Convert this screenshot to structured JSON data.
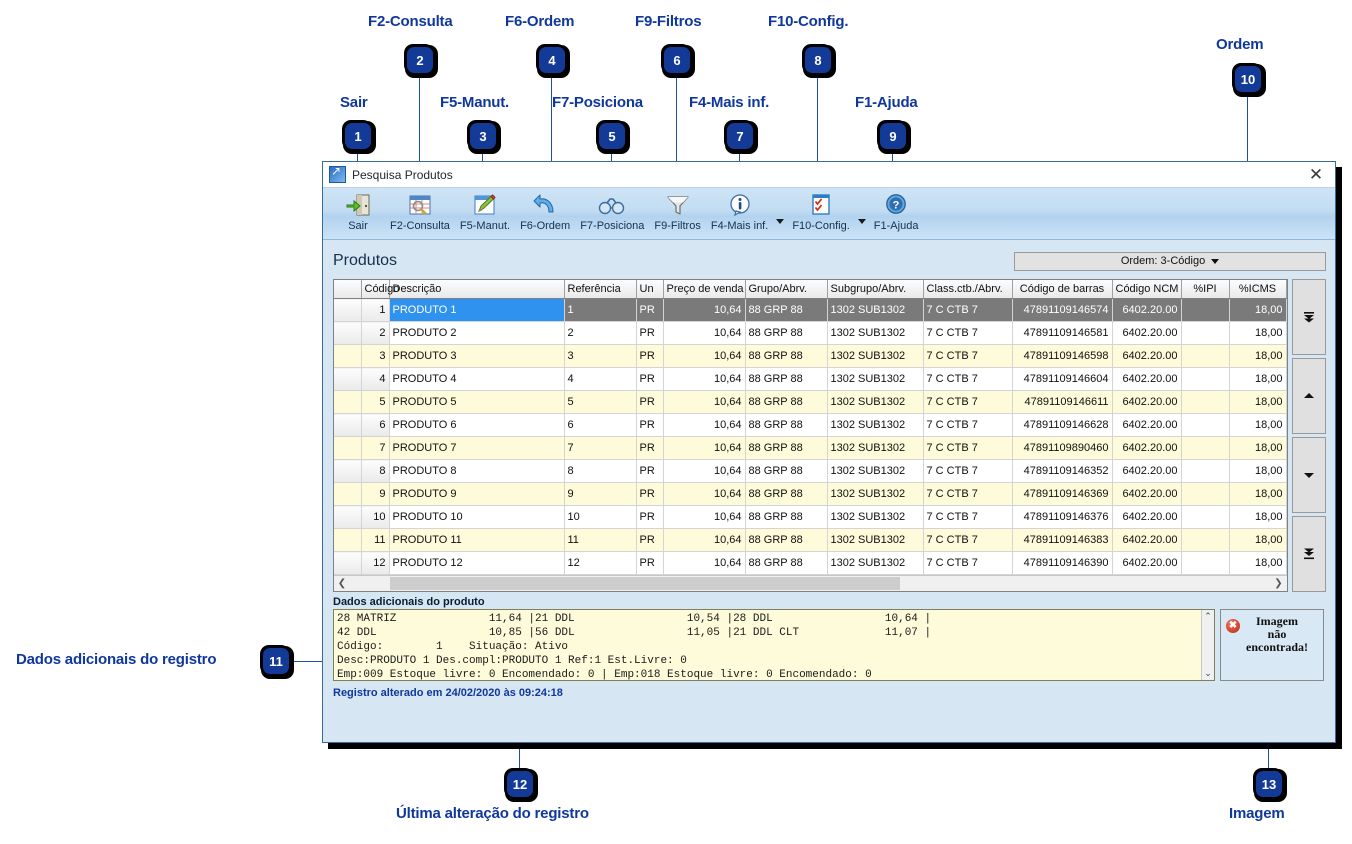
{
  "window": {
    "title": "Pesquisa Produtos",
    "close_label": "✕",
    "app_icon": "window-app-icon"
  },
  "toolbar": {
    "buttons": [
      {
        "label": "Sair",
        "icon": "exit-door-icon",
        "split": false
      },
      {
        "label": "F2-Consulta",
        "icon": "query-table-icon",
        "split": false
      },
      {
        "label": "F5-Manut.",
        "icon": "edit-pencil-icon",
        "split": false
      },
      {
        "label": "F6-Ordem",
        "icon": "sort-arrow-icon",
        "split": false
      },
      {
        "label": "F7-Posiciona",
        "icon": "binoculars-icon",
        "split": false
      },
      {
        "label": "F9-Filtros",
        "icon": "funnel-filter-icon",
        "split": false
      },
      {
        "label": "F4-Mais inf.",
        "icon": "info-balloon-icon",
        "split": true
      },
      {
        "label": "F10-Config.",
        "icon": "checklist-config-icon",
        "split": true
      },
      {
        "label": "F1-Ajuda",
        "icon": "help-question-icon",
        "split": false
      }
    ]
  },
  "main": {
    "section_title": "Produtos",
    "order_select": "Ordem: 3-Código",
    "order_select_caret": "▼"
  },
  "grid": {
    "columns": [
      "Código",
      "Descrição",
      "Referência",
      "Un",
      "Preço de venda",
      "Grupo/Abrv.",
      "Subgrupo/Abrv.",
      "Class.ctb./Abrv.",
      "Código de barras",
      "Código NCM",
      "%IPI",
      "%ICMS"
    ],
    "rows": [
      {
        "idx": "1",
        "codigo": "PRODUTO 1",
        "ref": "1",
        "un": "PR",
        "preco": "10,64",
        "grupo": "88 GRP 88",
        "subgrupo": "1302 SUB1302",
        "classctb": "7 C CTB 7",
        "barras": "47891109146574",
        "ncm": "6402.20.00",
        "ipi": "",
        "icms": "18,00"
      },
      {
        "idx": "2",
        "codigo": "PRODUTO 2",
        "ref": "2",
        "un": "PR",
        "preco": "10,64",
        "grupo": "88 GRP 88",
        "subgrupo": "1302 SUB1302",
        "classctb": "7 C CTB 7",
        "barras": "47891109146581",
        "ncm": "6402.20.00",
        "ipi": "",
        "icms": "18,00"
      },
      {
        "idx": "3",
        "codigo": "PRODUTO 3",
        "ref": "3",
        "un": "PR",
        "preco": "10,64",
        "grupo": "88 GRP 88",
        "subgrupo": "1302 SUB1302",
        "classctb": "7 C CTB 7",
        "barras": "47891109146598",
        "ncm": "6402.20.00",
        "ipi": "",
        "icms": "18,00"
      },
      {
        "idx": "4",
        "codigo": "PRODUTO 4",
        "ref": "4",
        "un": "PR",
        "preco": "10,64",
        "grupo": "88 GRP 88",
        "subgrupo": "1302 SUB1302",
        "classctb": "7 C CTB 7",
        "barras": "47891109146604",
        "ncm": "6402.20.00",
        "ipi": "",
        "icms": "18,00"
      },
      {
        "idx": "5",
        "codigo": "PRODUTO 5",
        "ref": "5",
        "un": "PR",
        "preco": "10,64",
        "grupo": "88 GRP 88",
        "subgrupo": "1302 SUB1302",
        "classctb": "7 C CTB 7",
        "barras": "47891109146611",
        "ncm": "6402.20.00",
        "ipi": "",
        "icms": "18,00"
      },
      {
        "idx": "6",
        "codigo": "PRODUTO 6",
        "ref": "6",
        "un": "PR",
        "preco": "10,64",
        "grupo": "88 GRP 88",
        "subgrupo": "1302 SUB1302",
        "classctb": "7 C CTB 7",
        "barras": "47891109146628",
        "ncm": "6402.20.00",
        "ipi": "",
        "icms": "18,00"
      },
      {
        "idx": "7",
        "codigo": "PRODUTO 7",
        "ref": "7",
        "un": "PR",
        "preco": "10,64",
        "grupo": "88 GRP 88",
        "subgrupo": "1302 SUB1302",
        "classctb": "7 C CTB 7",
        "barras": "47891109890460",
        "ncm": "6402.20.00",
        "ipi": "",
        "icms": "18,00"
      },
      {
        "idx": "8",
        "codigo": "PRODUTO 8",
        "ref": "8",
        "un": "PR",
        "preco": "10,64",
        "grupo": "88 GRP 88",
        "subgrupo": "1302 SUB1302",
        "classctb": "7 C CTB 7",
        "barras": "47891109146352",
        "ncm": "6402.20.00",
        "ipi": "",
        "icms": "18,00"
      },
      {
        "idx": "9",
        "codigo": "PRODUTO 9",
        "ref": "9",
        "un": "PR",
        "preco": "10,64",
        "grupo": "88 GRP 88",
        "subgrupo": "1302 SUB1302",
        "classctb": "7 C CTB 7",
        "barras": "47891109146369",
        "ncm": "6402.20.00",
        "ipi": "",
        "icms": "18,00"
      },
      {
        "idx": "10",
        "codigo": "PRODUTO 10",
        "ref": "10",
        "un": "PR",
        "preco": "10,64",
        "grupo": "88 GRP 88",
        "subgrupo": "1302 SUB1302",
        "classctb": "7 C CTB 7",
        "barras": "47891109146376",
        "ncm": "6402.20.00",
        "ipi": "",
        "icms": "18,00"
      },
      {
        "idx": "11",
        "codigo": "PRODUTO 11",
        "ref": "11",
        "un": "PR",
        "preco": "10,64",
        "grupo": "88 GRP 88",
        "subgrupo": "1302 SUB1302",
        "classctb": "7 C CTB 7",
        "barras": "47891109146383",
        "ncm": "6402.20.00",
        "ipi": "",
        "icms": "18,00"
      },
      {
        "idx": "12",
        "codigo": "PRODUTO 12",
        "ref": "12",
        "un": "PR",
        "preco": "10,64",
        "grupo": "88 GRP 88",
        "subgrupo": "1302 SUB1302",
        "classctb": "7 C CTB 7",
        "barras": "47891109146390",
        "ncm": "6402.20.00",
        "ipi": "",
        "icms": "18,00"
      }
    ],
    "selected_row_index": 0,
    "hscroll_left_arrow": "❮",
    "hscroll_right_arrow": "❯"
  },
  "nav_buttons": [
    {
      "name": "first-record-button",
      "glyph": "first"
    },
    {
      "name": "previous-record-button",
      "glyph": "prev"
    },
    {
      "name": "next-record-button",
      "glyph": "next"
    },
    {
      "name": "last-record-button",
      "glyph": "last"
    }
  ],
  "extras": {
    "label": "Dados adicionais do produto",
    "memo_text": "28 MATRIZ              11,64 |21 DDL                 10,54 |28 DDL                 10,64 |\n42 DDL                 10,85 |56 DDL                 11,05 |21 DDL CLT             11,07 |\nCódigo:        1    Situação: Ativo\nDesc:PRODUTO 1 Des.compl:PRODUTO 1 Ref:1 Est.Livre: 0\nEmp:009 Estoque livre: 0 Encomendado: 0 | Emp:018 Estoque livre: 0 Encomendado: 0",
    "memo_scroll_up": "⌃",
    "memo_scroll_down": "⌄",
    "image_error_glyph": "✖",
    "image_message_line1": "Imagem",
    "image_message_line2": "não",
    "image_message_line3": "encontrada!"
  },
  "status": {
    "text": "Registro alterado em 24/02/2020 às 09:24:18"
  },
  "annotations": [
    {
      "n": "1",
      "label": "Sair"
    },
    {
      "n": "2",
      "label": "F2-Consulta"
    },
    {
      "n": "3",
      "label": "F5-Manut."
    },
    {
      "n": "4",
      "label": "F6-Ordem"
    },
    {
      "n": "5",
      "label": "F7-Posiciona"
    },
    {
      "n": "6",
      "label": "F9-Filtros"
    },
    {
      "n": "7",
      "label": "F4-Mais inf."
    },
    {
      "n": "8",
      "label": "F10-Config."
    },
    {
      "n": "9",
      "label": "F1-Ajuda"
    },
    {
      "n": "10",
      "label": "Ordem"
    },
    {
      "n": "11",
      "label": "Dados adicionais do registro"
    },
    {
      "n": "12",
      "label": "Última alteração do registro"
    },
    {
      "n": "13",
      "label": "Imagem"
    }
  ],
  "colors": {
    "annotation_blue": "#10389c",
    "marker_fill": "#123a96",
    "selection_blue": "#2f92ef",
    "selection_gray": "#7a7a7a",
    "alt_row": "#fdfbd9",
    "memo_bg": "#fdfbd9",
    "window_bg": "#d6e7f3"
  }
}
